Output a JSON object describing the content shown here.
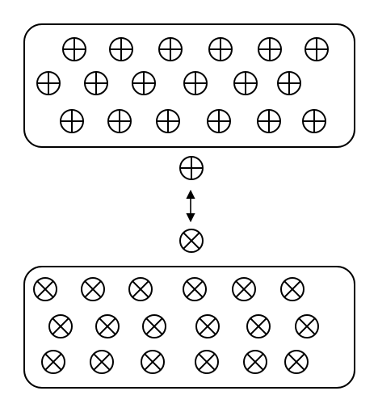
{
  "diagram": {
    "stroke_color": "#000000",
    "background_color": "#ffffff",
    "top_panel": {
      "symbol": "plus-circle",
      "rows": [
        {
          "count": 6
        },
        {
          "count": 6
        },
        {
          "count": 6
        }
      ]
    },
    "connector": {
      "upper_symbol": "plus-circle",
      "lower_symbol": "cross-circle",
      "arrow": "double-headed-vertical"
    },
    "bottom_panel": {
      "symbol": "cross-circle",
      "rows": [
        {
          "count": 6
        },
        {
          "count": 6
        },
        {
          "count": 6
        }
      ]
    }
  }
}
